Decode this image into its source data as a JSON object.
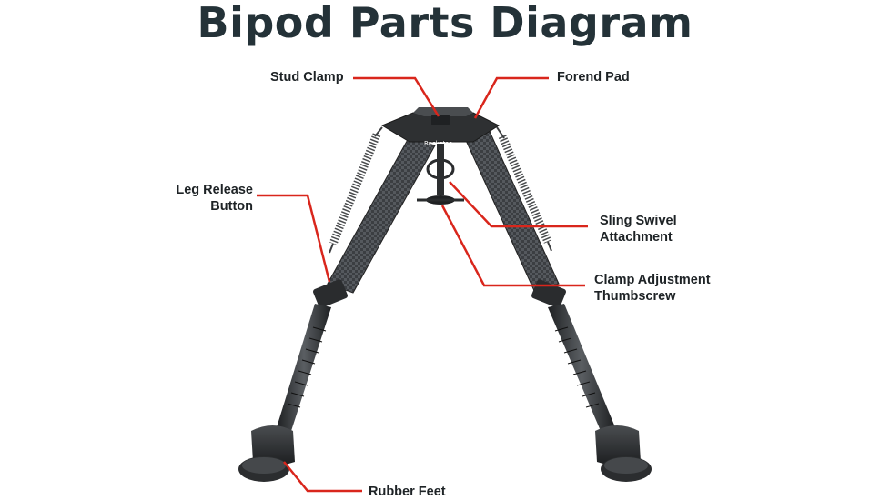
{
  "title": "Bipod Parts Diagram",
  "brand": "Rockstar",
  "labels": {
    "stud_clamp": "Stud Clamp",
    "forend_pad": "Forend Pad",
    "leg_release_line1": "Leg Release",
    "leg_release_line2": "Button",
    "sling_swivel_line1": "Sling Swivel",
    "sling_swivel_line2": "Attachment",
    "clamp_adjust_line1": "Clamp Adjustment",
    "clamp_adjust_line2": "Thumbscrew",
    "rubber_feet": "Rubber Feet"
  },
  "colors": {
    "leader": "#d9261c",
    "title": "#243238",
    "carbon": "#3a3d40",
    "metal": "#2b2d2f"
  }
}
